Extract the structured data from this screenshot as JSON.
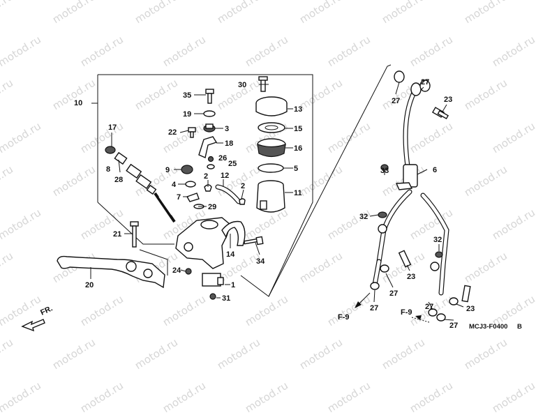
{
  "watermark": "motod.ru",
  "diagram_code": "MCJ3-F0400",
  "diagram_code_suffix": "B",
  "direction_label": "FR.",
  "ref_label": "F-9",
  "callouts": [
    "1",
    "2",
    "3",
    "4",
    "5",
    "6",
    "7",
    "8",
    "9",
    "10",
    "11",
    "12",
    "13",
    "14",
    "15",
    "16",
    "17",
    "18",
    "19",
    "20",
    "21",
    "22",
    "23",
    "24",
    "25",
    "26",
    "27",
    "28",
    "29",
    "30",
    "31",
    "32",
    "33",
    "34",
    "35"
  ]
}
